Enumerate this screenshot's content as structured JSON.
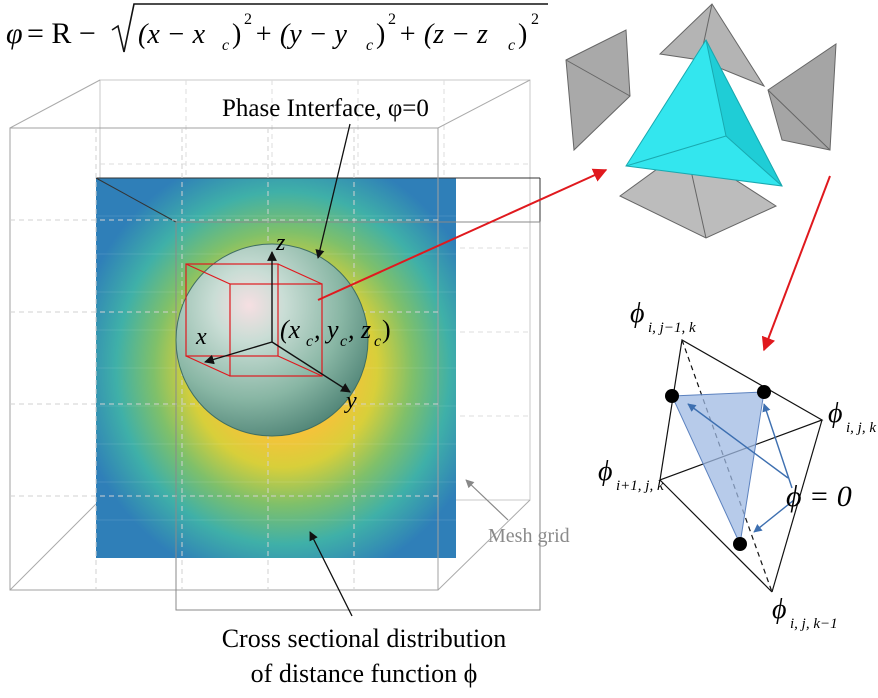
{
  "formula": {
    "phi": "φ",
    "eq": " = R − ",
    "radicand": "(x − x",
    "c": "c",
    "close1": ")",
    "sq": "2",
    "plus_y": " + (y − y",
    "plus_z": " + (z − z"
  },
  "labels": {
    "phase_interface": "Phase Interface,  φ=0",
    "axis_z": "z",
    "axis_x": "x",
    "axis_y": "y",
    "center_open": "(x",
    "center_c": "c",
    "center_y": ", y",
    "center_z": ", z",
    "center_close": ")",
    "mesh_grid": "Mesh grid",
    "cross_section_line1": "Cross sectional distribution",
    "cross_section_line2": "of distance function ϕ"
  },
  "tetra_labels": {
    "phi": "ϕ",
    "sub_top": "i, j−1, k",
    "sub_right": "i, j, k",
    "sub_left": "i+1, j, k",
    "sub_bottom": "i, j, k−1",
    "phi_zero": "ϕ = 0"
  },
  "colors": {
    "arrow_red": "#e0191e",
    "cyan": "#33e6ee",
    "gray_face": "#a8a8a8",
    "triangle_fill": "#9fb9e3",
    "sphere_center": "#f3d6da",
    "sphere_edge": "#4f8f7f",
    "mesh_grey": "#9a9a9a"
  }
}
